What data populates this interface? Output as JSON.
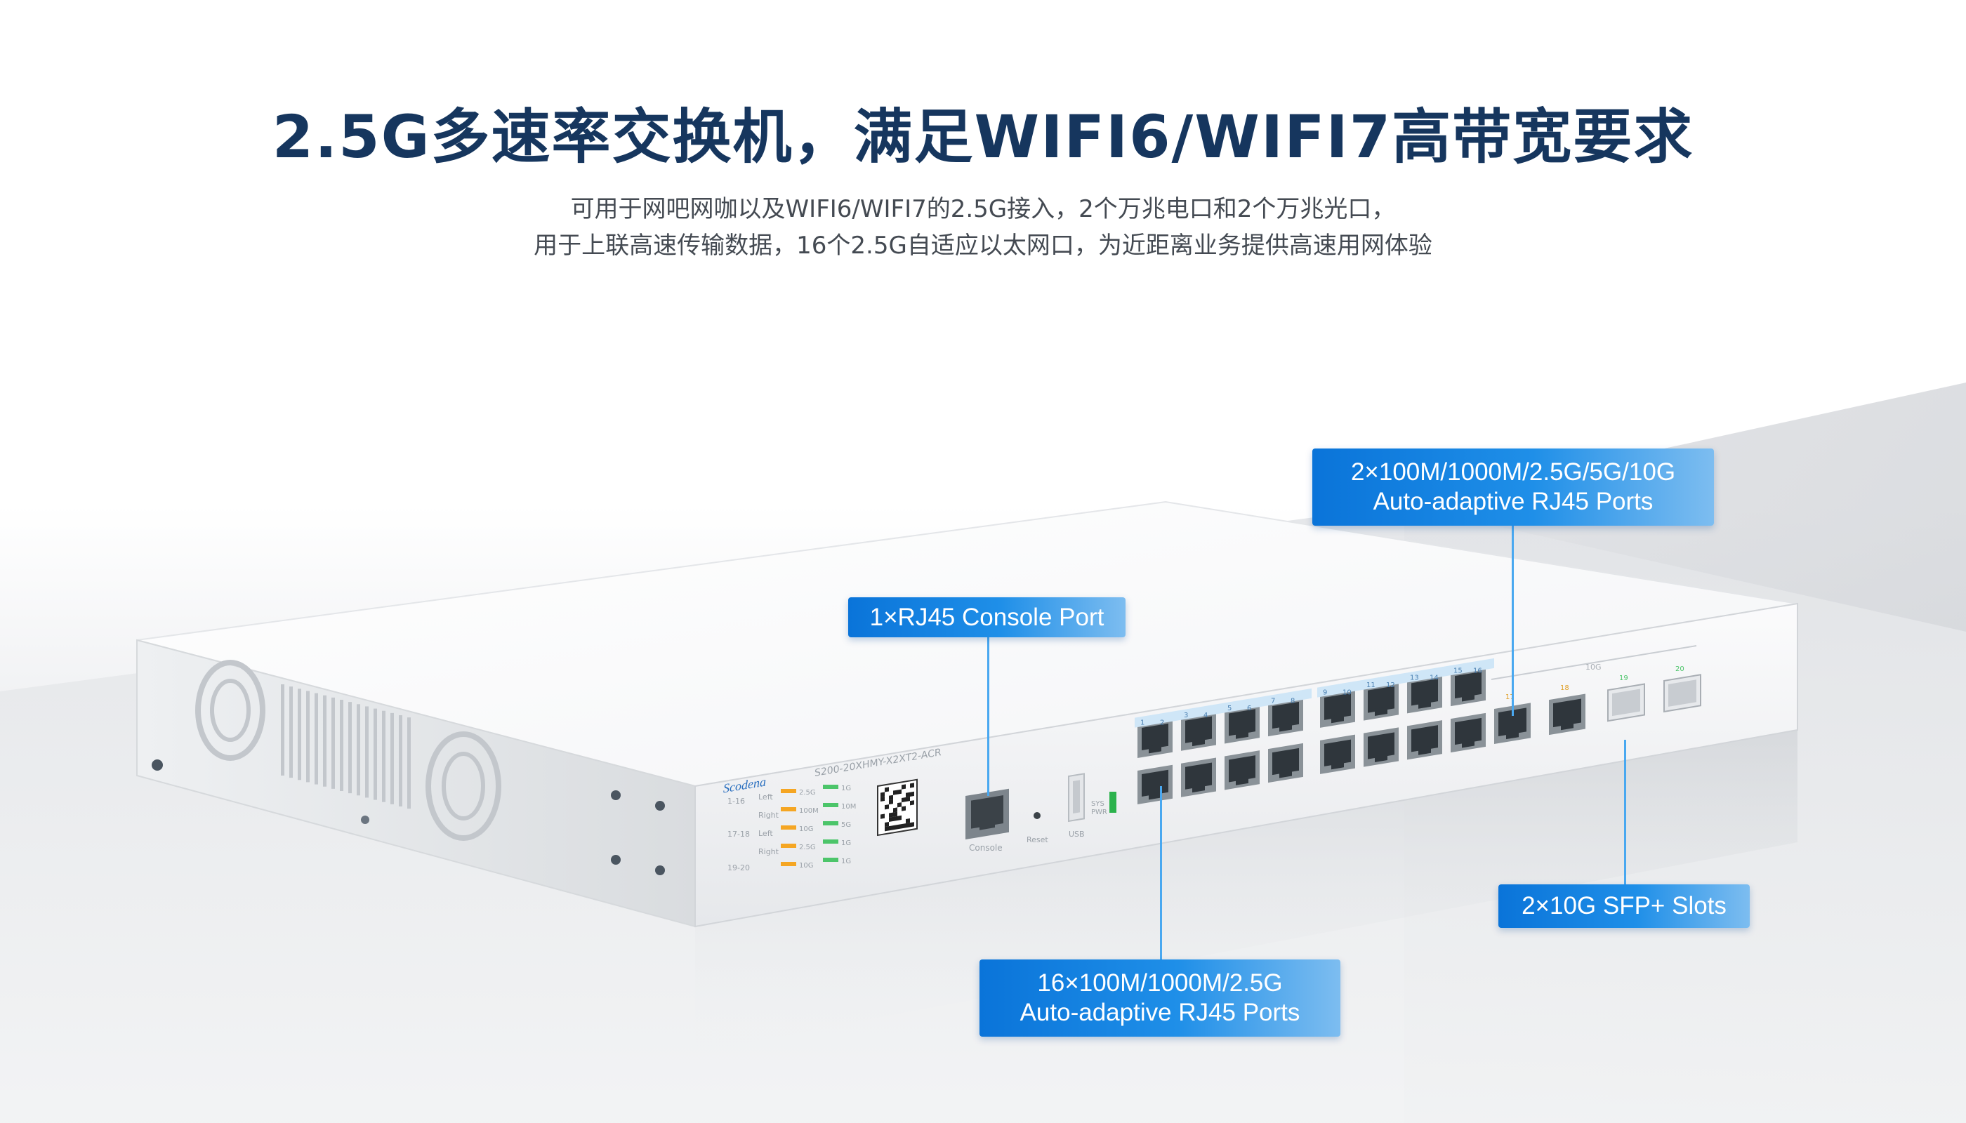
{
  "headline": "2.5G多速率交换机，满足WIFI6/WIFI7高带宽要求",
  "description": {
    "line1": "可用于网吧网咖以及WIFI6/WIFI7的2.5G接入，2个万兆电口和2个万兆光口，",
    "line2": "用于上联高速传输数据，16个2.5G自适应以太网口，为近距离业务提供高速用网体验"
  },
  "callouts": {
    "console": {
      "line1": "1×RJ45 Console Port"
    },
    "uplink_rj45": {
      "line1": "2×100M/1000M/2.5G/5G/10G",
      "line2": "Auto-adaptive RJ45 Ports"
    },
    "sfp": {
      "line1": "2×10G SFP+ Slots"
    },
    "access_rj45": {
      "line1": "16×100M/1000M/2.5G",
      "line2": "Auto-adaptive RJ45 Ports"
    }
  },
  "device": {
    "brand": "Scodena",
    "model": "S200-20XHMY-X2XT2-ACR",
    "port_labels": {
      "console": "Console",
      "reset": "Reset",
      "usb": "USB",
      "sys": "SYS",
      "pwr": "PWR",
      "uplink_group": "10G"
    },
    "port_numbers_top": [
      "1",
      "2",
      "3",
      "4",
      "5",
      "6",
      "7",
      "8",
      "9",
      "10",
      "11",
      "12",
      "13",
      "14",
      "15",
      "16"
    ],
    "uplink_numbers": [
      "17",
      "18",
      "19",
      "20"
    ],
    "led_legend": {
      "rows": [
        "1-16",
        "17-18",
        "19-20"
      ],
      "sides": [
        "Left",
        "Right",
        "Left",
        "Right"
      ],
      "left_speeds": [
        "2.5G",
        "100M",
        "10G",
        "2.5G",
        "10G"
      ],
      "right_speeds": [
        "1G",
        "10M",
        "5G",
        "1G",
        "1G"
      ]
    }
  },
  "colors": {
    "headline": "#16365e",
    "callout": "#0a74d9",
    "leader_line": "#49a8f0",
    "port_label_strip": "#cfe6f7"
  }
}
